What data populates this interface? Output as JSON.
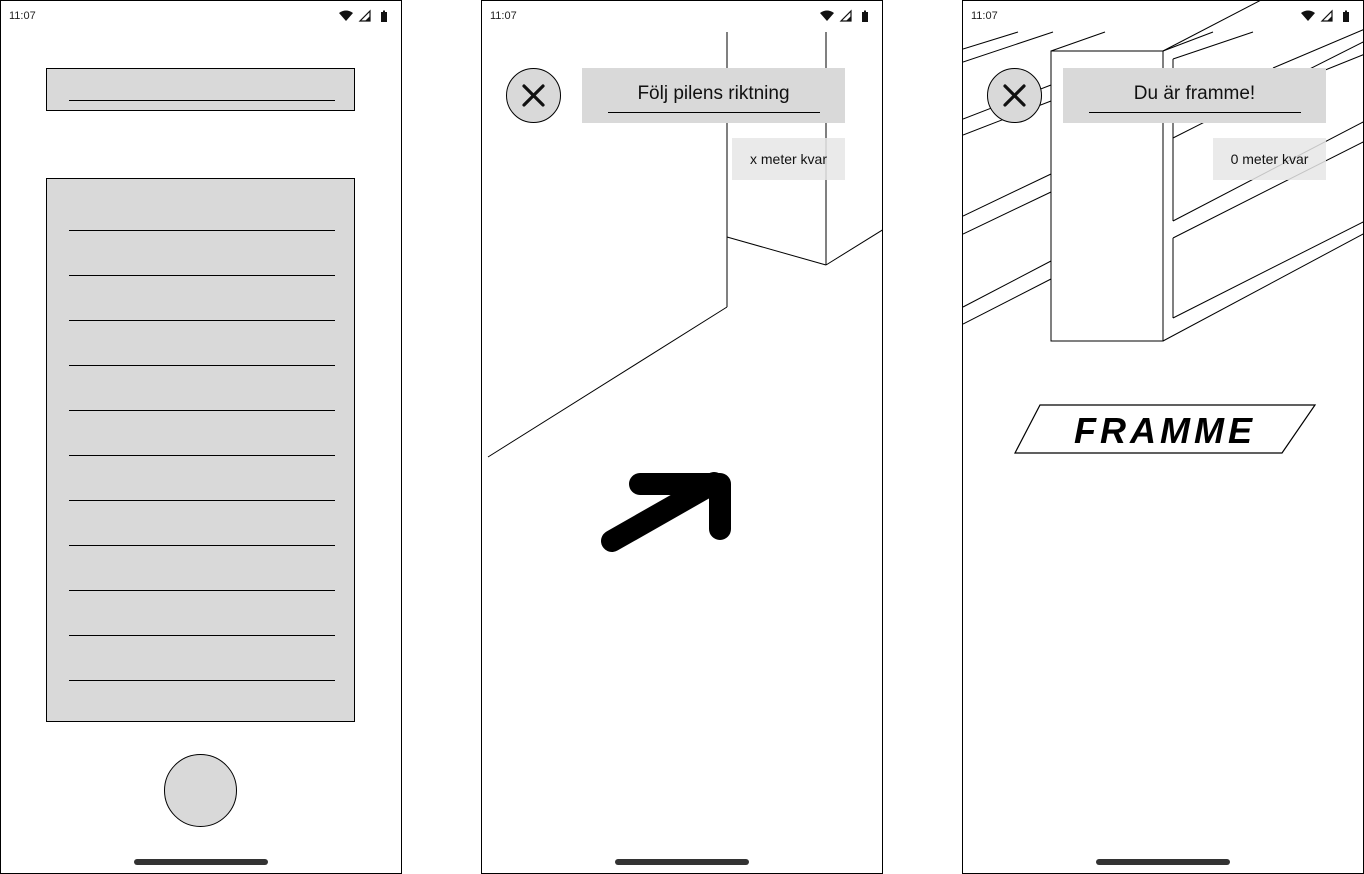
{
  "status_bar": {
    "time": "11:07",
    "icons": [
      "wifi-icon",
      "cellular-signal-icon",
      "battery-icon"
    ]
  },
  "screens": [
    {
      "id": "list-screen",
      "title_placeholder": "",
      "list_rows": 11,
      "action_button": "circle-button"
    },
    {
      "id": "navigation-screen",
      "close_icon": "close-icon",
      "header": "Följ pilens riktning",
      "distance": "x meter kvar",
      "arrow_icon": "arrow-up-right-icon"
    },
    {
      "id": "arrived-screen",
      "close_icon": "close-icon",
      "header": "Du är framme!",
      "distance": "0 meter kvar",
      "banner": "FRAMME"
    }
  ],
  "colors": {
    "placeholder_fill": "#d9d9d9",
    "distance_fill": "#eeeeee",
    "stroke": "#000000",
    "home_indicator": "#333333"
  }
}
